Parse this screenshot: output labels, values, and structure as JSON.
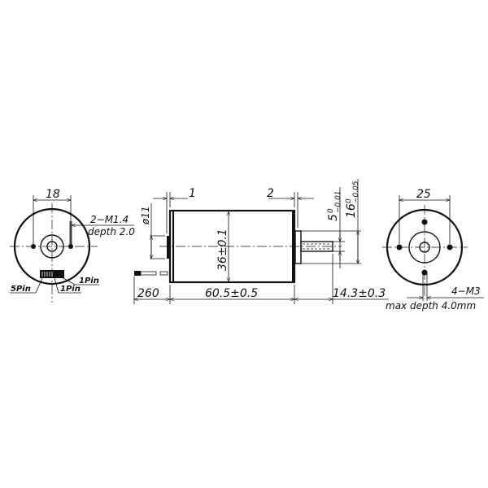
{
  "drawing": {
    "title": "DC motor outline drawing",
    "left_view": {
      "dim_width": "18",
      "hole_note_line1": "2−M1.4",
      "hole_note_line2": "depth  2.0",
      "pin_label_5": "5Pin",
      "pin_label_1a": "1Pin",
      "pin_label_1b": "1Pin"
    },
    "side_view": {
      "dim_flange_left": "1",
      "dim_flange_right": "2",
      "dim_boss_dia": "ø11",
      "dim_body_dia": "36±0.1",
      "dim_lead_length": "260",
      "dim_body_length": "60.5±0.5",
      "dim_shaft_length": "14.3±0.3",
      "dim_shaft_dia": "5",
      "dim_shaft_dia_tol_upper": "0",
      "dim_shaft_dia_tol_lower": "−0.01",
      "dim_pilot_dia": "16",
      "dim_pilot_dia_tol_upper": "0",
      "dim_pilot_dia_tol_lower": "−0.05"
    },
    "right_view": {
      "dim_bolt_circle": "25",
      "hole_note_line1": "4−M3",
      "hole_note_line2": "max depth 4.0mm"
    },
    "colors": {
      "line": "#111111",
      "background": "#ffffff"
    }
  }
}
